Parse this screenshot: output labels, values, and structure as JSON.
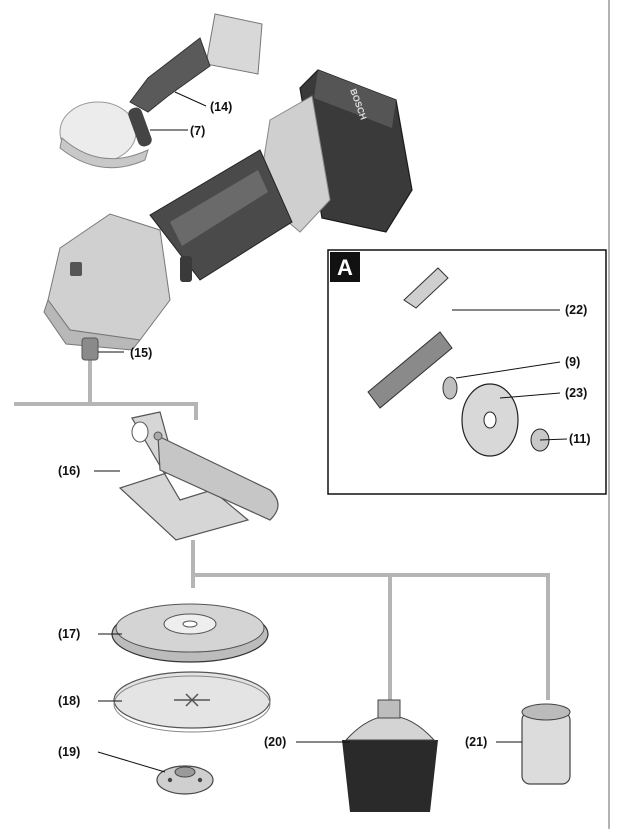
{
  "diagram": {
    "inset": {
      "letter": "A"
    },
    "brand_text": "BOSCH",
    "labels": {
      "battery_grinder": "(14)",
      "side_handle_small": "(7)",
      "spindle": "(15)",
      "guard_handle": "(16)",
      "backing_pad": "(17)",
      "sanding_sheet": "(18)",
      "clamp_nut": "(19)",
      "cup_brush": "(20)",
      "core_bit": "(21)",
      "extraction_guard": "(22)",
      "mounting_flange": "(9)",
      "diamond_disc": "(23)",
      "locking_nut": "(11)"
    }
  },
  "colors": {
    "tool_dark": "#2b2b2b",
    "tool_mid": "#7a7a7a",
    "tool_light": "#d2d2d2",
    "connector": "#b5b5b5",
    "outline": "#1a1a1a"
  }
}
